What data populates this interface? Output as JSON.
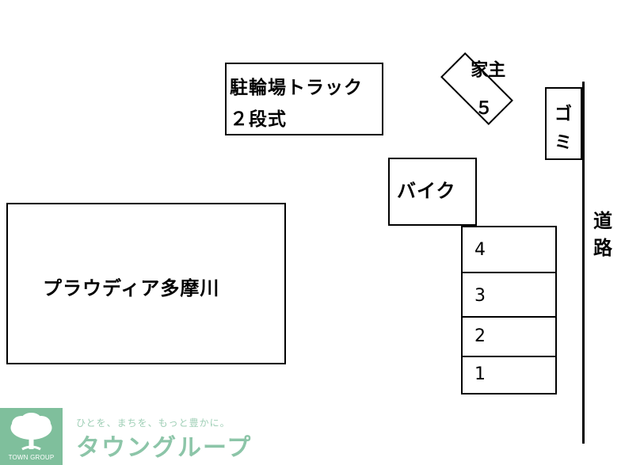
{
  "bike_rack": {
    "line1": "駐輪場トラック",
    "line2": "２段式"
  },
  "owner_space": {
    "line1": "家主",
    "line2": "５"
  },
  "garbage": {
    "char1": "ゴ",
    "char2": "ミ"
  },
  "road": {
    "char1": "道",
    "char2": "路"
  },
  "motorbike": {
    "label": "バイク"
  },
  "stalls": [
    {
      "number": "4"
    },
    {
      "number": "3"
    },
    {
      "number": "2"
    },
    {
      "number": "1"
    }
  ],
  "building": {
    "label": "プラウディア多摩川"
  },
  "logo": {
    "tagline": "ひとを、まちを、もっと豊かに。",
    "name": "タウングループ",
    "mark_text": "TOWN GROUP",
    "mark_color": "#7fbf9c",
    "icon": "tree-icon"
  }
}
